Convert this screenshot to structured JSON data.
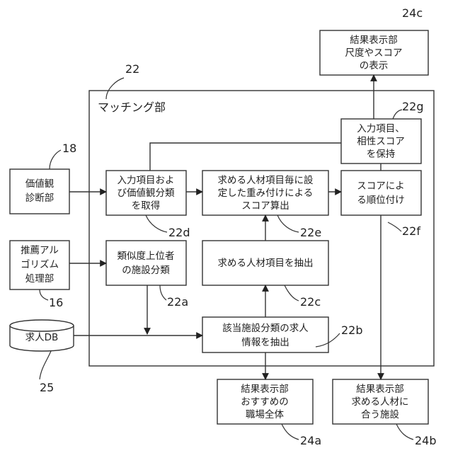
{
  "matching_unit": {
    "title": "マッチング部",
    "ref": "22"
  },
  "boxes": {
    "result_scale": {
      "lines": [
        "結果表示部",
        "尺度やスコア",
        "の表示"
      ],
      "ref": "24c"
    },
    "hold_scores": {
      "lines": [
        "入力項目、",
        "相性スコア",
        "を保持"
      ],
      "ref": "22g"
    },
    "value_diag": {
      "lines": [
        "価値観",
        "診断部"
      ],
      "ref": "18"
    },
    "get_items": {
      "lines": [
        "入力項目およ",
        "び価値観分類",
        "を取得"
      ],
      "ref": "22d"
    },
    "calc_score": {
      "lines": [
        "求める人材項目毎に設",
        "定した重み付けによる",
        "スコア算出"
      ],
      "ref": "22e"
    },
    "rank": {
      "lines": [
        "スコアによ",
        "る順位付け"
      ],
      "ref": "22f"
    },
    "recommend": {
      "lines": [
        "推薦アル",
        "ゴリズム",
        "処理部"
      ],
      "ref": "16"
    },
    "similar_class": {
      "lines": [
        "類似度上位者",
        "の施設分類"
      ],
      "ref": "22a"
    },
    "extract_items": {
      "lines": [
        "求める人材項目を抽出"
      ],
      "ref": "22c"
    },
    "job_db": {
      "lines": [
        "求人DB"
      ],
      "ref": "25"
    },
    "extract_jobs": {
      "lines": [
        "該当施設分類の求人",
        "情報を抽出"
      ],
      "ref": "22b"
    },
    "result_overall": {
      "lines": [
        "結果表示部",
        "おすすめの",
        "職場全体"
      ],
      "ref": "24a"
    },
    "result_facility": {
      "lines": [
        "結果表示部",
        "求める人材に",
        "合う施設"
      ],
      "ref": "24b"
    }
  }
}
